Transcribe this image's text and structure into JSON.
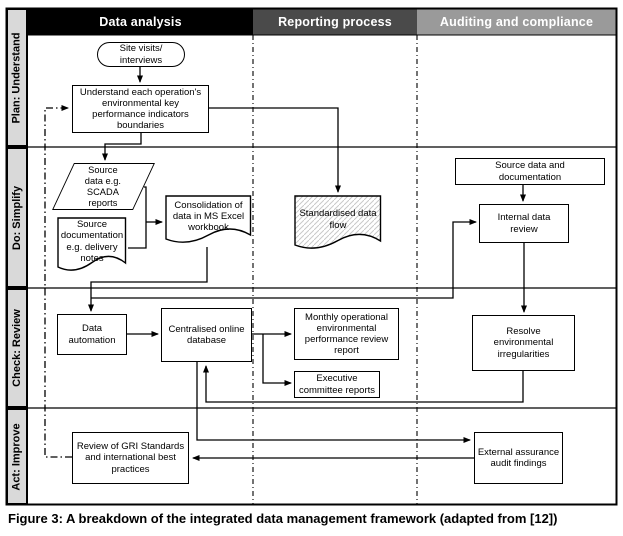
{
  "caption": "Figure 3: A breakdown of the integrated data management framework (adapted from [12])",
  "header": {
    "col1": "Data analysis",
    "col2": "Reporting process",
    "col3": "Auditing and compliance"
  },
  "lanes": {
    "row1": "Plan: Understand",
    "row2": "Do: Simplify",
    "row3": "Check: Review",
    "row4": "Act: Improve"
  },
  "nodes": {
    "site_visits": "Site visits/\ninterviews",
    "understand": "Understand each operation's\nenvironmental key\nperformance indicators\nboundaries",
    "source_data": "Source\ndata e.g.\nSCADA\nreports",
    "source_documentation": "Source\ndocumentation\ne.g. delivery\nnotes",
    "consolidation": "Consolidation of\ndata in MS Excel\nworkbook",
    "standardised_flow": "Standardised data\nflow",
    "source_data_and_documentation": "Source data and\ndocumentation",
    "internal_review": "Internal data\nreview",
    "data_automation": "Data\nautomation",
    "centralised_db": "Centralised online\ndatabase",
    "monthly_report": "Monthly operational\nenvironmental\nperformance review\nreport",
    "executive_reports": "Executive\ncommittee reports",
    "resolve_irregularities": "Resolve\nenvironmental\nirregularities",
    "gri_review": "Review of GRI Standards\nand international best\npractices",
    "external_audit": "External assurance\naudit findings"
  },
  "colors": {
    "header_col1_bg": "#000000",
    "header_col2_bg": "#4a4a4a",
    "header_col3_bg": "#9a9a9a",
    "lane_bg": "#d9d9d9",
    "line": "#000000",
    "hatch": "#c9c9c9"
  }
}
